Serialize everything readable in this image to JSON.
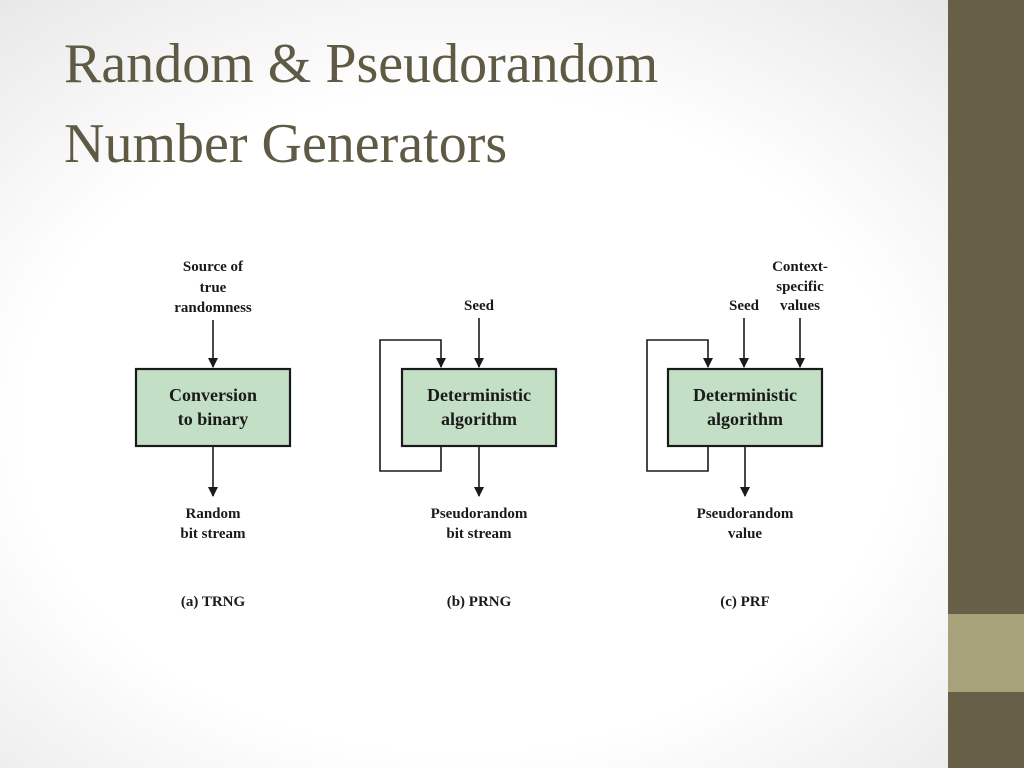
{
  "slide": {
    "title_line1": "Random & Pseudorandom",
    "title_line2": "Number Generators"
  },
  "diagram": {
    "trng": {
      "input_line1": "Source of",
      "input_line2": "true",
      "input_line3": "randomness",
      "box_line1": "Conversion",
      "box_line2": "to binary",
      "output_line1": "Random",
      "output_line2": "bit stream",
      "caption": "(a) TRNG"
    },
    "prng": {
      "input_line1": "Seed",
      "box_line1": "Deterministic",
      "box_line2": "algorithm",
      "output_line1": "Pseudorandom",
      "output_line2": "bit stream",
      "caption": "(b) PRNG"
    },
    "prf": {
      "input_seed": "Seed",
      "input_ctx_line1": "Context-",
      "input_ctx_line2": "specific",
      "input_ctx_line3": "values",
      "box_line1": "Deterministic",
      "box_line2": "algorithm",
      "output_line1": "Pseudorandom",
      "output_line2": "value",
      "caption": "(c) PRF"
    }
  },
  "colors": {
    "title": "#5e5a43",
    "side_bar": "#675f48",
    "side_accent": "#a8a27b",
    "box_fill": "#c3dfc6"
  }
}
